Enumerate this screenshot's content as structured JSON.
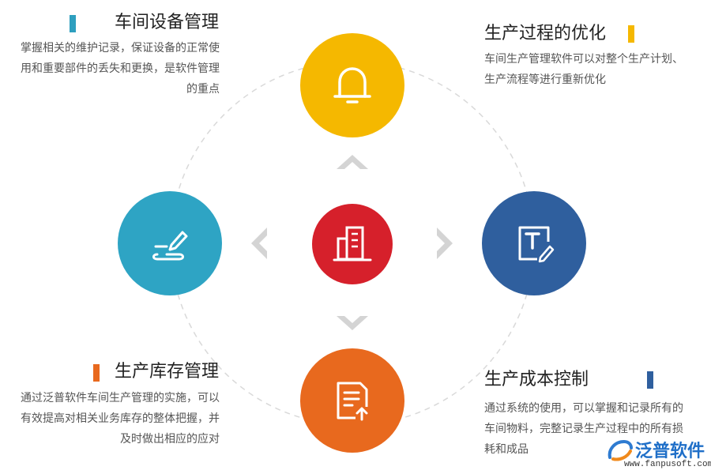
{
  "blocks": {
    "top_left": {
      "title": "车间设备管理",
      "desc": "掌握相关的维护记录，保证设备的正常使用和重要部件的丢失和更换，是软件管理的重点",
      "bar_color": "#2e9fbf"
    },
    "top_right": {
      "title": "生产过程的优化",
      "desc": "车间生产管理软件可以对整个生产计划、生产流程等进行重新优化",
      "bar_color": "#f5b800"
    },
    "bottom_left": {
      "title": "生产库存管理",
      "desc": "通过泛普软件车间生产管理的实施，可以有效提高对相关业务库存的整体把握，并及时做出相应的应对",
      "bar_color": "#e8691e"
    },
    "bottom_right": {
      "title": "生产成本控制",
      "desc": "通过系统的使用，可以掌握和记录所有的车间物料，完整记录生产过程中的所有损耗和成品",
      "bar_color": "#2f5f9e"
    }
  },
  "circles": {
    "top": {
      "icon": "bell-icon",
      "color": "#f5b800"
    },
    "left": {
      "icon": "pen-icon",
      "color": "#2ea4c4"
    },
    "right": {
      "icon": "text-edit-icon",
      "color": "#2f5f9e"
    },
    "bottom": {
      "icon": "document-upload-icon",
      "color": "#e8691e"
    },
    "center": {
      "icon": "building-icon",
      "color": "#d6202b"
    }
  },
  "watermark": {
    "name": "泛普软件",
    "url": "www.fanpusoft.com"
  }
}
